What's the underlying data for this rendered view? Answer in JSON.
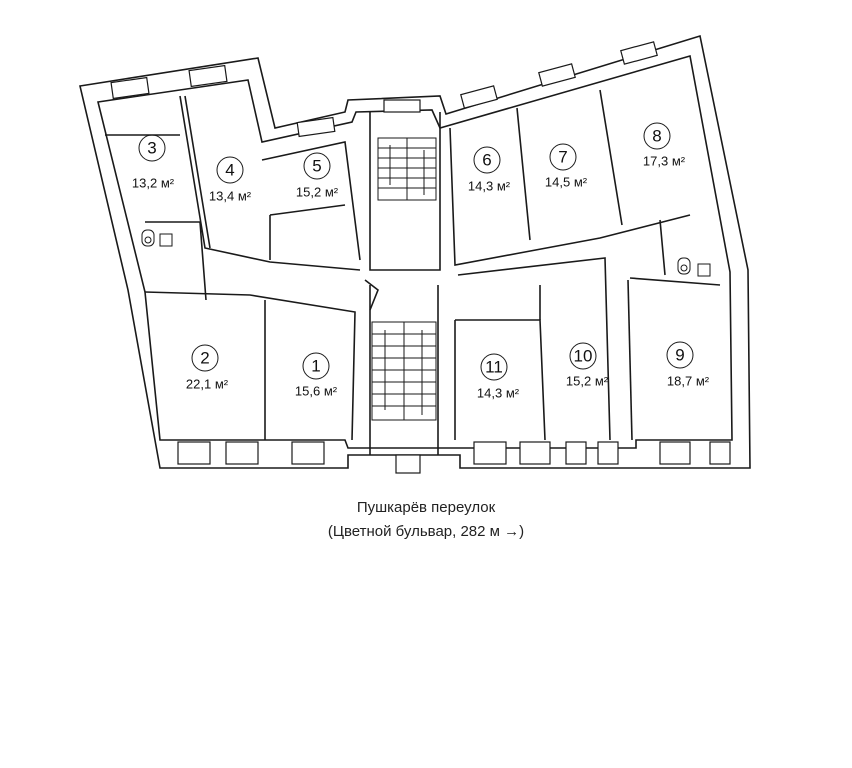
{
  "rooms": [
    {
      "number": "3",
      "area": "13,2 м²"
    },
    {
      "number": "4",
      "area": "13,4 м²"
    },
    {
      "number": "5",
      "area": "15,2 м²"
    },
    {
      "number": "6",
      "area": "14,3 м²"
    },
    {
      "number": "7",
      "area": "14,5 м²"
    },
    {
      "number": "8",
      "area": "17,3 м²"
    },
    {
      "number": "2",
      "area": "22,1 м²"
    },
    {
      "number": "1",
      "area": "15,6 м²"
    },
    {
      "number": "11",
      "area": "14,3 м²"
    },
    {
      "number": "10",
      "area": "15,2 м²"
    },
    {
      "number": "9",
      "area": "18,7 м²"
    }
  ],
  "caption": {
    "street": "Пушкарёв переулок",
    "direction": "(Цветной бульвар, 282 м →)"
  }
}
